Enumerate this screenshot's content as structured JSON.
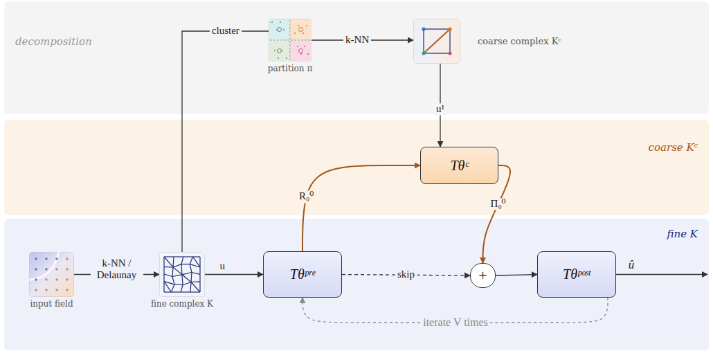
{
  "diagram": {
    "nodes": [
      {
        "text": [
          "decomposition"
        ]
      },
      {
        "text": [
          "partition π"
        ],
        "in": 0
      },
      {
        "text": [
          "coarse complex Kᶜ"
        ],
        "in": 0
      },
      {
        "text": [
          "coarse Kᶜ"
        ]
      },
      {
        "text": [
          "Tθᶜ"
        ],
        "in": 3
      },
      {
        "text": [
          "fine K"
        ]
      },
      {
        "text": [
          "input field"
        ],
        "in": 5
      },
      {
        "text": [
          "fine complex K"
        ],
        "in": 5
      },
      {
        "text": [
          "Tθᵖʳᵉ"
        ],
        "in": 5
      },
      {
        "text": [
          "+"
        ],
        "in": 5
      },
      {
        "text": [
          "Tθᵖᵒˢᵗ"
        ],
        "in": 5
      }
    ],
    "edges": [
      {
        "from": 7,
        "to": 1,
        "label": "cluster",
        "arrow": "none"
      },
      {
        "from": 1,
        "to": 2,
        "label": "k-NN",
        "arrow": "to"
      },
      {
        "from": 2,
        "to": 4,
        "label": "u¹",
        "arrow": "to"
      },
      {
        "from": 6,
        "to": 7,
        "label": "k-NN / Delaunay",
        "arrow": "to"
      },
      {
        "from": 7,
        "to": 8,
        "label": "u",
        "arrow": "to"
      },
      {
        "from": 8,
        "to": 4,
        "label": "R₀⁰",
        "arrow": "to"
      },
      {
        "from": 4,
        "to": 9,
        "label": "Π₀⁰",
        "arrow": "to"
      },
      {
        "from": 8,
        "to": 9,
        "label": "skip",
        "arrow": "to"
      },
      {
        "from": 9,
        "to": 10,
        "arrow": "to"
      },
      {
        "from": 10,
        "to": 8,
        "label": "iterate V times",
        "arrow": "to"
      }
    ],
    "labels": [
      "û"
    ]
  }
}
